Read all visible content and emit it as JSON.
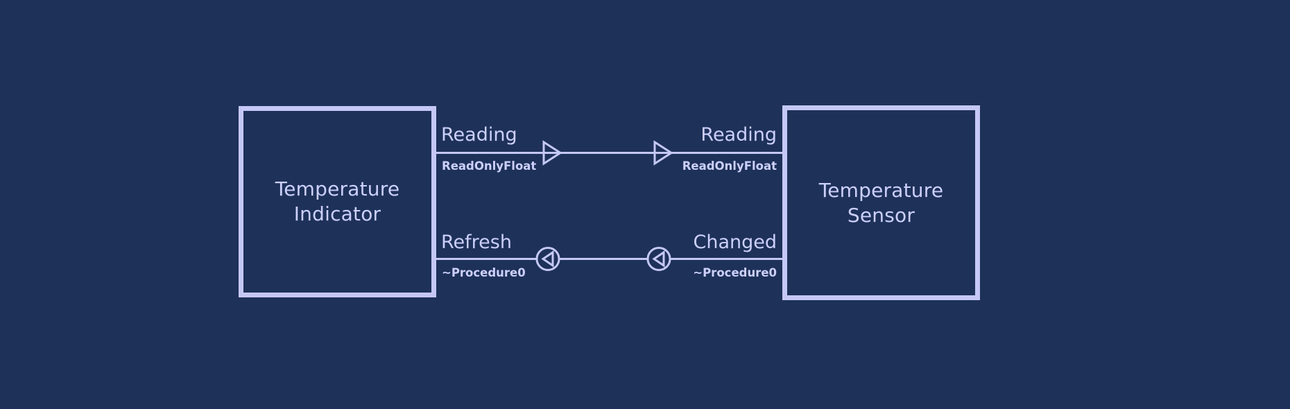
{
  "canvas": {
    "background_color": "#1e3159",
    "stroke_color": "#c5c8f7",
    "text_color": "#ccd0fa"
  },
  "components": [
    {
      "id": "temperature-indicator",
      "title": "Temperature\nIndicator"
    },
    {
      "id": "temperature-sensor",
      "title": "Temperature\nSensor"
    }
  ],
  "connections": [
    {
      "id": "reading-connection",
      "source_port": "Reading",
      "source_type": "ReadOnlyFloat",
      "target_port": "Reading",
      "target_type": "ReadOnlyFloat",
      "marker": "triangle-right"
    },
    {
      "id": "refresh-changed-connection",
      "source_port": "Refresh",
      "source_type": "~Procedure0",
      "target_port": "Changed",
      "target_type": "~Procedure0",
      "marker": "circled-triangle-left"
    }
  ]
}
